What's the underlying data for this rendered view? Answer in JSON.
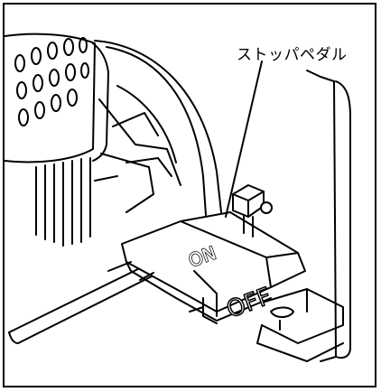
{
  "callout": {
    "label": "ストッパペダル"
  },
  "pedal_markings": {
    "on": "ON",
    "off": "OFF"
  },
  "colors": {
    "line": "#000000",
    "background": "#ffffff"
  }
}
